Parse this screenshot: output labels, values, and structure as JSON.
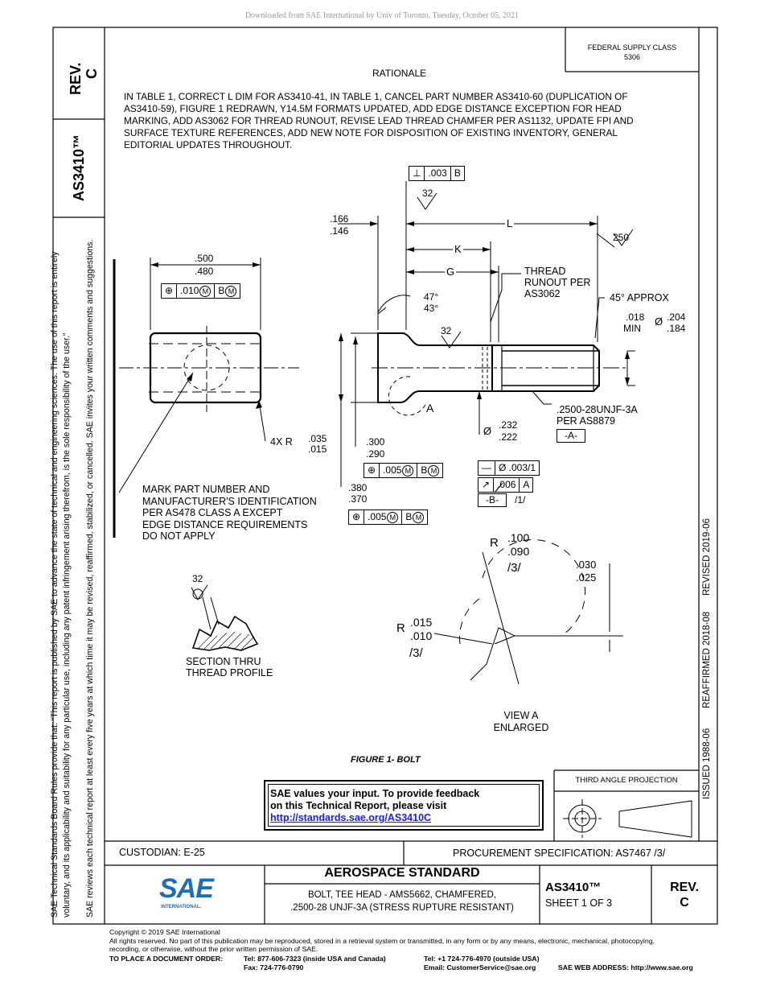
{
  "download_notice": "Downloaded from SAE International by Univ of Toronto, Tuesday, October 05, 2021",
  "header": {
    "rev_label": "REV.",
    "rev_value": "C",
    "doc_number": "AS3410™",
    "federal_supply_class_label": "FEDERAL SUPPLY CLASS",
    "federal_supply_class_value": "5306"
  },
  "rationale": {
    "title": "RATIONALE",
    "lines": [
      "IN TABLE 1, CORRECT L DIM FOR AS3410-41, IN TABLE 1, CANCEL PART NUMBER AS3410-60 (DUPLICATION OF",
      "AS3410-59), FIGURE 1 REDRAWN, Y14.5M FORMATS UPDATED, ADD EDGE DISTANCE EXCEPTION FOR HEAD",
      "MARKING, ADD AS3062 FOR THREAD RUNOUT, REVISE LEAD THREAD CHAMFER PER AS1132, UPDATE FPI AND",
      "SURFACE TEXTURE REFERENCES, ADD NEW NOTE FOR DISPOSITION OF EXISTING INVENTORY, GENERAL",
      "EDITORIAL UPDATES THROUGHOUT."
    ]
  },
  "side_notes": {
    "line1": "SAE Technical Standards Board Rules provide that: “This report is published by SAE to advance the state of technical and engineering sciences. The use of this report is entirely",
    "line2": "voluntary, and its applicability and suitability for any particular use, including any patent infringement arising therefrom, is the sole responsibility of the user.”",
    "line3": "SAE reviews each technical report at least every five years at which time it may be revised, reaffirmed, stabilized, or cancelled. SAE invites your written comments and suggestions."
  },
  "right_strip": {
    "issued": "ISSUED 1988-06",
    "reaffirmed": "REAFFIRMED 2018-08",
    "revised": "REVISED 2019-06"
  },
  "drawing": {
    "perp_fcf": {
      "symbol": "⊥",
      "tol": ".003",
      "datum": "B"
    },
    "finish_32": "32",
    "finish_250": "250",
    "dim_166": ".166",
    "dim_146": ".146",
    "L": "L",
    "K": "K",
    "G": "G",
    "thread_runout": [
      "THREAD",
      "RUNOUT PER",
      "AS3062"
    ],
    "angle_47": "47°",
    "angle_43": "43°",
    "approx_45": "45° APPROX",
    "min_018": ".018",
    "min_label": "MIN",
    "dia_204": ".204",
    "dia_184": ".184",
    "dia_sym": "Ø",
    "dim_500": ".500",
    "dim_480": ".480",
    "pos_fcf_top": {
      "tol": ".010",
      "mod": "M",
      "datum": "B",
      "dmod": "M"
    },
    "r_4x": "4X R",
    "r_035": ".035",
    "r_015": ".015",
    "dim_300": ".300",
    "dim_290": ".290",
    "pos_fcf_mid": {
      "tol": ".005",
      "mod": "M",
      "datum": "B",
      "dmod": "M"
    },
    "dim_380": ".380",
    "dim_370": ".370",
    "pos_fcf_low": {
      "tol": ".005",
      "mod": "M",
      "datum": "B",
      "dmod": "M"
    },
    "view_a": "A",
    "dia_232": ".232",
    "dia_222": ".222",
    "thread_spec": ".2500-28UNJF-3A",
    "thread_per": "PER AS8879",
    "datum_a": "A",
    "straight_fcf": {
      "tol": "Ø .003/1"
    },
    "runout_fcf": {
      "tol": ".006",
      "datum": "A"
    },
    "datum_b": "B",
    "note_1": "/1/",
    "mark_note": [
      "MARK PART NUMBER AND",
      "MANUFACTURER'S IDENTIFICATION",
      "PER AS478 CLASS A EXCEPT",
      "EDGE DISTANCE REQUIREMENTS",
      "DO NOT APPLY"
    ],
    "section_label": [
      "SECTION THRU",
      "THREAD PROFILE"
    ],
    "r_100": ".100",
    "r_090": ".090",
    "r_label": "R",
    "note_3a": "/3/",
    "dim_030": ".030",
    "dim_025": ".025",
    "r_015b": ".015",
    "r_010": ".010",
    "note_3b": "/3/",
    "view_a_label": [
      "VIEW A",
      "ENLARGED"
    ],
    "figure_caption": "FIGURE 1- BOLT"
  },
  "feedback": {
    "line1": "SAE values your input. To provide feedback",
    "line2": "on this Technical Report, please visit",
    "link": "http://standards.sae.org/AS3410C"
  },
  "projection": {
    "label": "THIRD ANGLE PROJECTION"
  },
  "title_block": {
    "custodian": "CUSTODIAN: E-25",
    "procurement": "PROCUREMENT SPECIFICATION: AS7467 /3/",
    "standard": "AEROSPACE STANDARD",
    "desc1": "BOLT, TEE HEAD - AMS5662, CHAMFERED,",
    "desc2": ".2500-28 UNJF-3A (STRESS RUPTURE RESISTANT)",
    "doc": "AS3410™",
    "sheet": "SHEET 1 OF 3",
    "rev_label": "REV.",
    "rev_value": "C",
    "logo_text": "SAE",
    "logo_sub": "INTERNATIONAL."
  },
  "footer": {
    "copyright": "Copyright © 2019 SAE International",
    "rights1": "All rights reserved. No part of this publication may be reproduced, stored in a retrieval system or transmitted, in any form or by any means, electronic, mechanical, photocopying,",
    "rights2": "recording, or otherwise, without the prior written permission of SAE.",
    "order_label": "TO PLACE A DOCUMENT ORDER:",
    "tel_us": "Tel: 877-606-7323 (inside USA and Canada)",
    "fax": "Fax: 724-776-0790",
    "tel_out": "Tel: +1 724-776-4970 (outside USA)",
    "email": "Email: CustomerService@sae.org",
    "web": "SAE WEB ADDRESS: http://www.sae.org"
  },
  "colors": {
    "link": "#1a1aff",
    "logo_blue": "#1f6db3"
  }
}
